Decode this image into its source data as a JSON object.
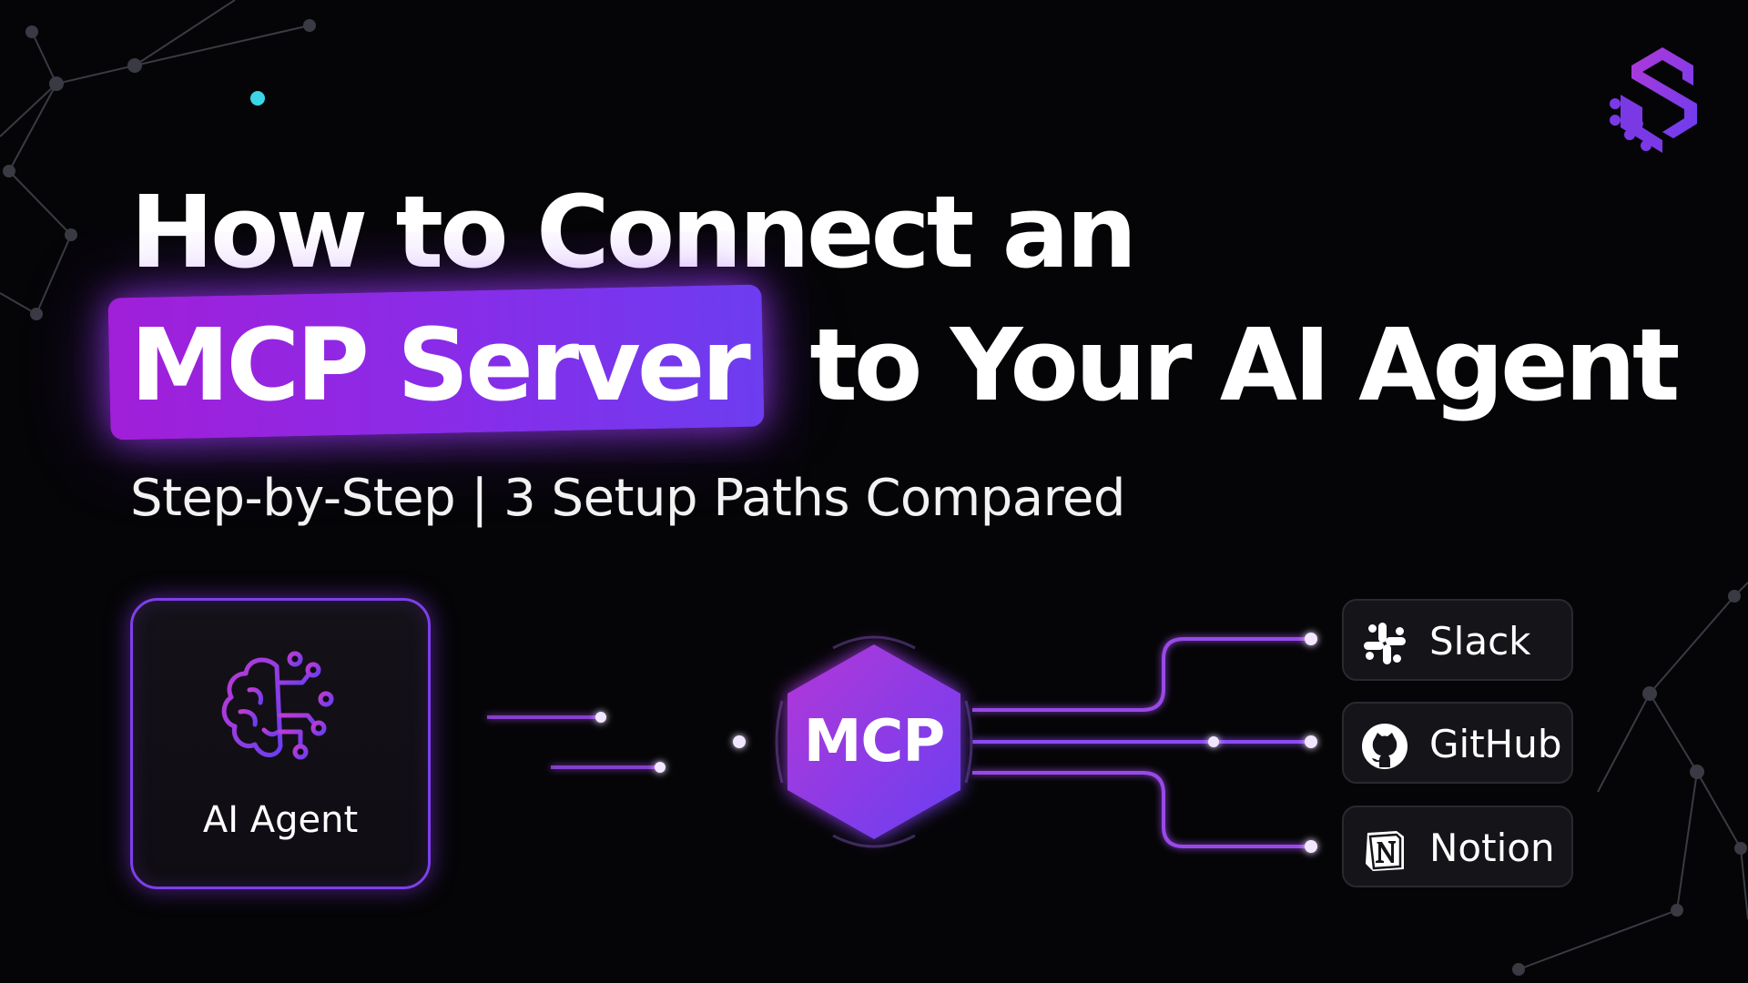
{
  "title": {
    "line1": "How to Connect an",
    "highlight": "MCP Server",
    "line2_rest": "to Your AI Agent"
  },
  "subtitle": "Step-by-Step | 3 Setup Paths Compared",
  "diagram": {
    "agent_label": "AI Agent",
    "hub_label": "MCP",
    "services": [
      {
        "label": "Slack",
        "icon": "slack-icon"
      },
      {
        "label": "GitHub",
        "icon": "github-icon"
      },
      {
        "label": "Notion",
        "icon": "notion-icon"
      }
    ]
  },
  "colors": {
    "background": "#050507",
    "accent_purple": "#8a2be8",
    "accent_magenta": "#b23ad8",
    "cyan_dot": "#3ad6e8"
  },
  "icons": [
    "brand-logo-icon",
    "brain-circuit-icon"
  ]
}
